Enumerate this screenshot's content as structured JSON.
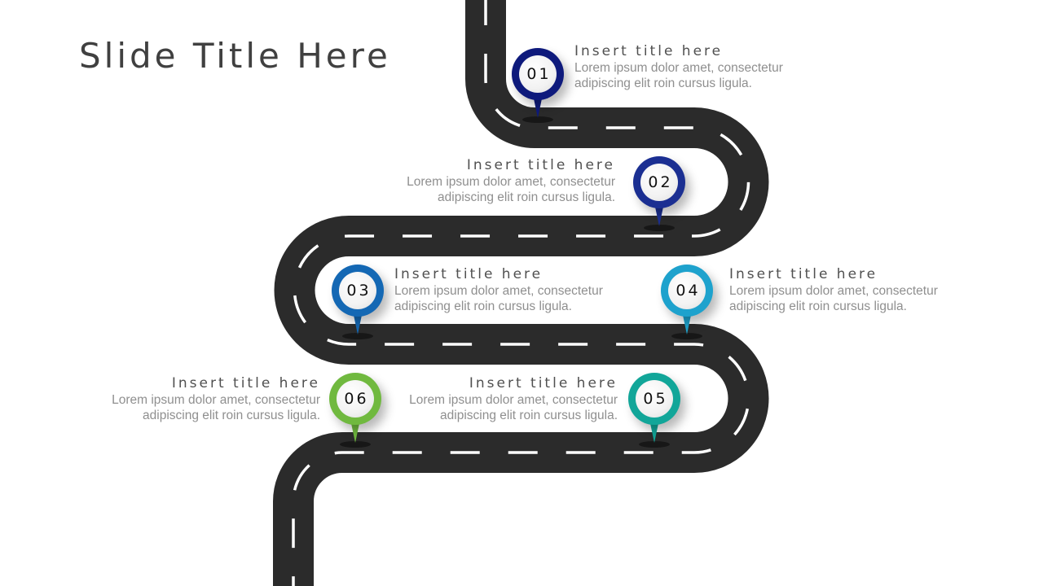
{
  "slide": {
    "title": "Slide Title Here"
  },
  "road": {
    "color": "#2b2b2b",
    "dash_color": "#ffffff"
  },
  "steps": [
    {
      "number": "01",
      "title": "Insert title here",
      "line1": "Lorem ipsum dolor amet, consectetur",
      "line2": "adipiscing elit roin cursus ligula.",
      "color": "#0e1a7c"
    },
    {
      "number": "02",
      "title": "Insert title here",
      "line1": "Lorem ipsum dolor amet, consectetur",
      "line2": "adipiscing elit roin cursus ligula.",
      "color": "#1b2f92"
    },
    {
      "number": "03",
      "title": "Insert title here",
      "line1": "Lorem ipsum dolor amet, consectetur",
      "line2": "adipiscing elit roin cursus ligula.",
      "color": "#1468b4"
    },
    {
      "number": "04",
      "title": "Insert title here",
      "line1": "Lorem ipsum dolor amet, consectetur",
      "line2": "adipiscing elit roin cursus ligula.",
      "color": "#1ea2cd"
    },
    {
      "number": "05",
      "title": "Insert title here",
      "line1": "Lorem ipsum dolor amet, consectetur",
      "line2": "adipiscing elit roin cursus ligula.",
      "color": "#12a699"
    },
    {
      "number": "06",
      "title": "Insert title here",
      "line1": "Lorem ipsum dolor amet, consectetur",
      "line2": "adipiscing elit roin cursus ligula.",
      "color": "#70b93f"
    }
  ]
}
